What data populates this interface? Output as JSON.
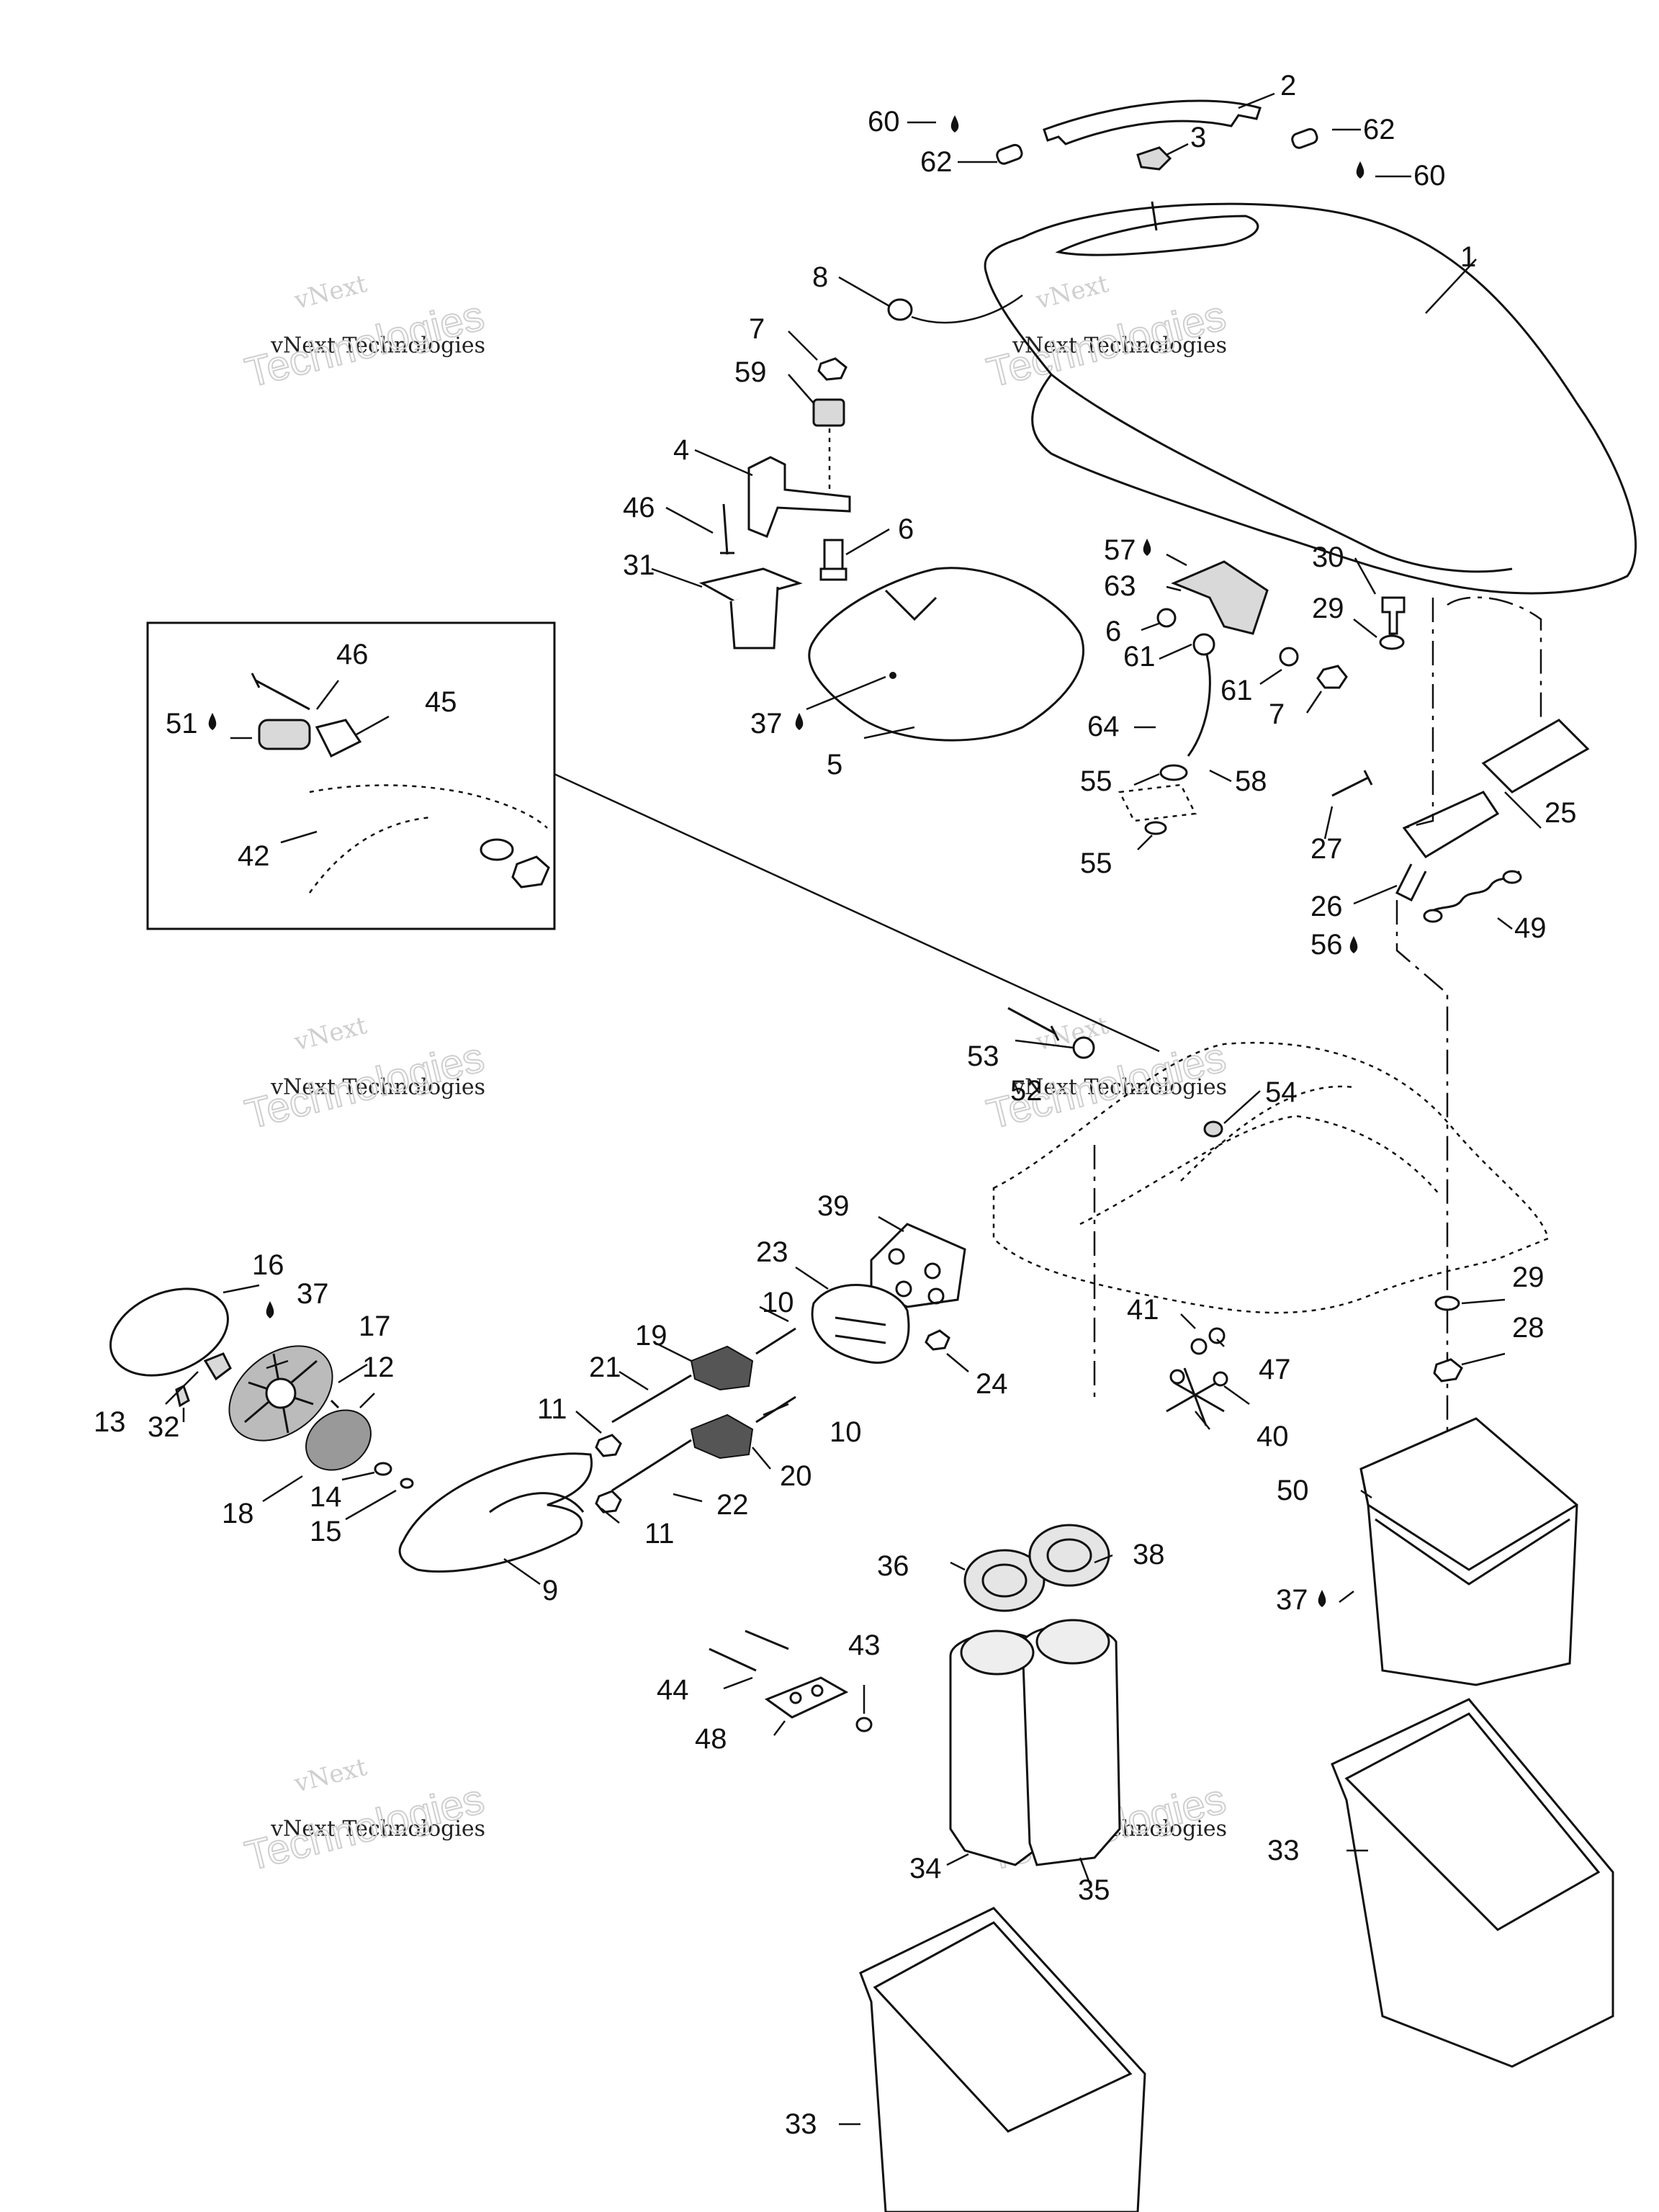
{
  "watermarks": [
    {
      "line1": "vNext",
      "line2": "vNext Technologies",
      "line3": "Technologies"
    },
    {
      "line1": "vNext",
      "line2": "vNext Technologies",
      "line3": "Technologies"
    },
    {
      "line1": "vNext",
      "line2": "vNext Technologies",
      "line3": "Technologies"
    },
    {
      "line1": "vNext",
      "line2": "vNext Technologies",
      "line3": "Technologies"
    },
    {
      "line1": "vNext",
      "line2": "vNext Technologies",
      "line3": "Technologies"
    },
    {
      "line1": "vNext",
      "line2": "vNext Technologies",
      "line3": "Technologies"
    }
  ],
  "callouts": [
    {
      "label": "1"
    },
    {
      "label": "2"
    },
    {
      "label": "3"
    },
    {
      "label": "4"
    },
    {
      "label": "5"
    },
    {
      "label": "6"
    },
    {
      "label": "6"
    },
    {
      "label": "7"
    },
    {
      "label": "7"
    },
    {
      "label": "8"
    },
    {
      "label": "9"
    },
    {
      "label": "10"
    },
    {
      "label": "10"
    },
    {
      "label": "11"
    },
    {
      "label": "11"
    },
    {
      "label": "12"
    },
    {
      "label": "13"
    },
    {
      "label": "14"
    },
    {
      "label": "15"
    },
    {
      "label": "16"
    },
    {
      "label": "17"
    },
    {
      "label": "18"
    },
    {
      "label": "19"
    },
    {
      "label": "20"
    },
    {
      "label": "21"
    },
    {
      "label": "22"
    },
    {
      "label": "23"
    },
    {
      "label": "24"
    },
    {
      "label": "25"
    },
    {
      "label": "26"
    },
    {
      "label": "27"
    },
    {
      "label": "28"
    },
    {
      "label": "29"
    },
    {
      "label": "29"
    },
    {
      "label": "30"
    },
    {
      "label": "31"
    },
    {
      "label": "32"
    },
    {
      "label": "33"
    },
    {
      "label": "33"
    },
    {
      "label": "34"
    },
    {
      "label": "35"
    },
    {
      "label": "36"
    },
    {
      "label": "37"
    },
    {
      "label": "37"
    },
    {
      "label": "37"
    },
    {
      "label": "38"
    },
    {
      "label": "39"
    },
    {
      "label": "40"
    },
    {
      "label": "41"
    },
    {
      "label": "42"
    },
    {
      "label": "43"
    },
    {
      "label": "44"
    },
    {
      "label": "45"
    },
    {
      "label": "46"
    },
    {
      "label": "46"
    },
    {
      "label": "47"
    },
    {
      "label": "48"
    },
    {
      "label": "49"
    },
    {
      "label": "50"
    },
    {
      "label": "51"
    },
    {
      "label": "52"
    },
    {
      "label": "53"
    },
    {
      "label": "54"
    },
    {
      "label": "55"
    },
    {
      "label": "55"
    },
    {
      "label": "56"
    },
    {
      "label": "57"
    },
    {
      "label": "58"
    },
    {
      "label": "59"
    },
    {
      "label": "60"
    },
    {
      "label": "60"
    },
    {
      "label": "61"
    },
    {
      "label": "61"
    },
    {
      "label": "62"
    },
    {
      "label": "62"
    },
    {
      "label": "63"
    },
    {
      "label": "64"
    }
  ]
}
